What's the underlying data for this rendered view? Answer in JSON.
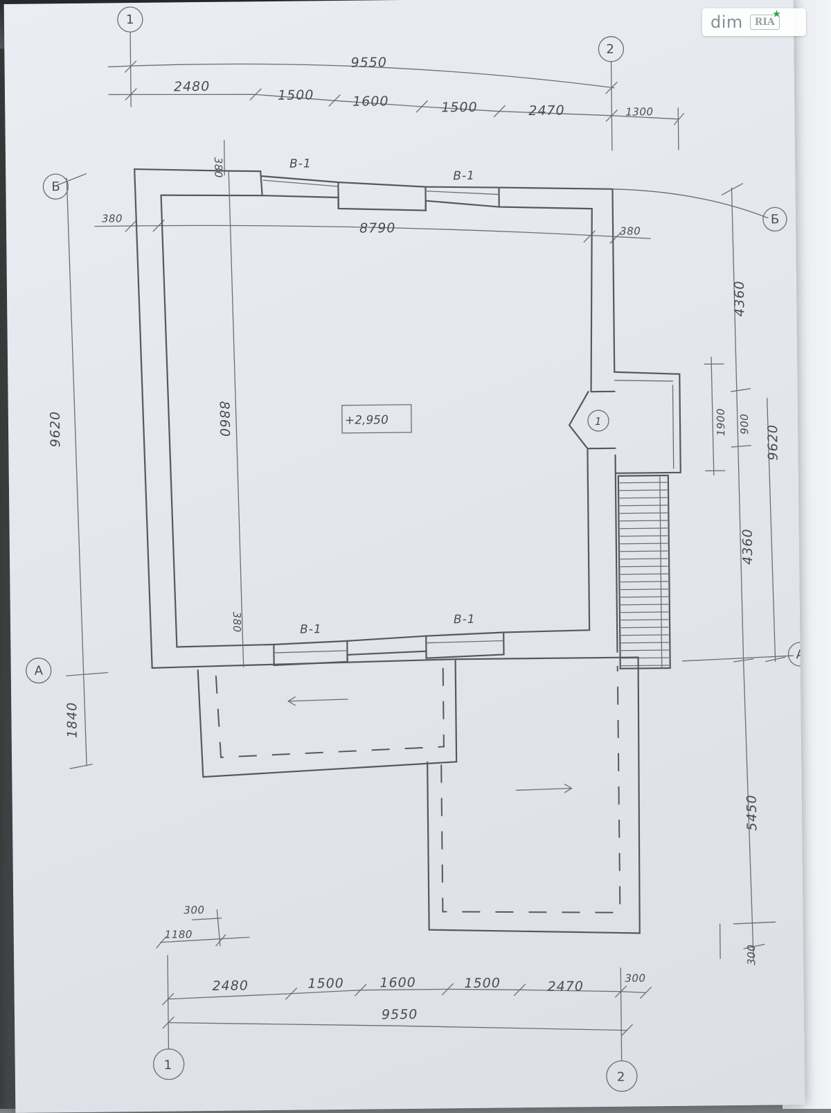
{
  "drawing": {
    "axes": {
      "col_1": "1",
      "col_2": "2",
      "row_A": "А",
      "row_B": "Б"
    },
    "top_dims": {
      "overall": "9550",
      "seg1": "2480",
      "seg2": "1500",
      "seg3": "1600",
      "seg4": "1500",
      "seg5": "2470",
      "ext": "1300",
      "wall_left": "380",
      "wall_top": "380",
      "inner_width": "8790",
      "wall_right": "380"
    },
    "left_dims": {
      "overall": "9620",
      "inner_height": "8860",
      "bottom_wall": "380",
      "terrace": "1840"
    },
    "right_dims": {
      "seg_top": "4360",
      "door_block": "1900",
      "door_opening": "900",
      "overall": "9620",
      "seg_bottom": "4360",
      "terrace": "5450",
      "wall": "300"
    },
    "bottom_dims": {
      "a": "300",
      "b": "1180",
      "seg1": "2480",
      "seg2": "1500",
      "seg3": "1600",
      "seg4": "1500",
      "seg5": "2470",
      "ext": "300",
      "overall": "9550"
    },
    "windows": {
      "top_left": "В-1",
      "top_right": "В-1",
      "bottom_left": "В-1",
      "bottom_right": "В-1"
    },
    "elevation": "+2,950",
    "door_marker": "1"
  },
  "watermark": {
    "text": "dim",
    "badge": "RIA"
  }
}
